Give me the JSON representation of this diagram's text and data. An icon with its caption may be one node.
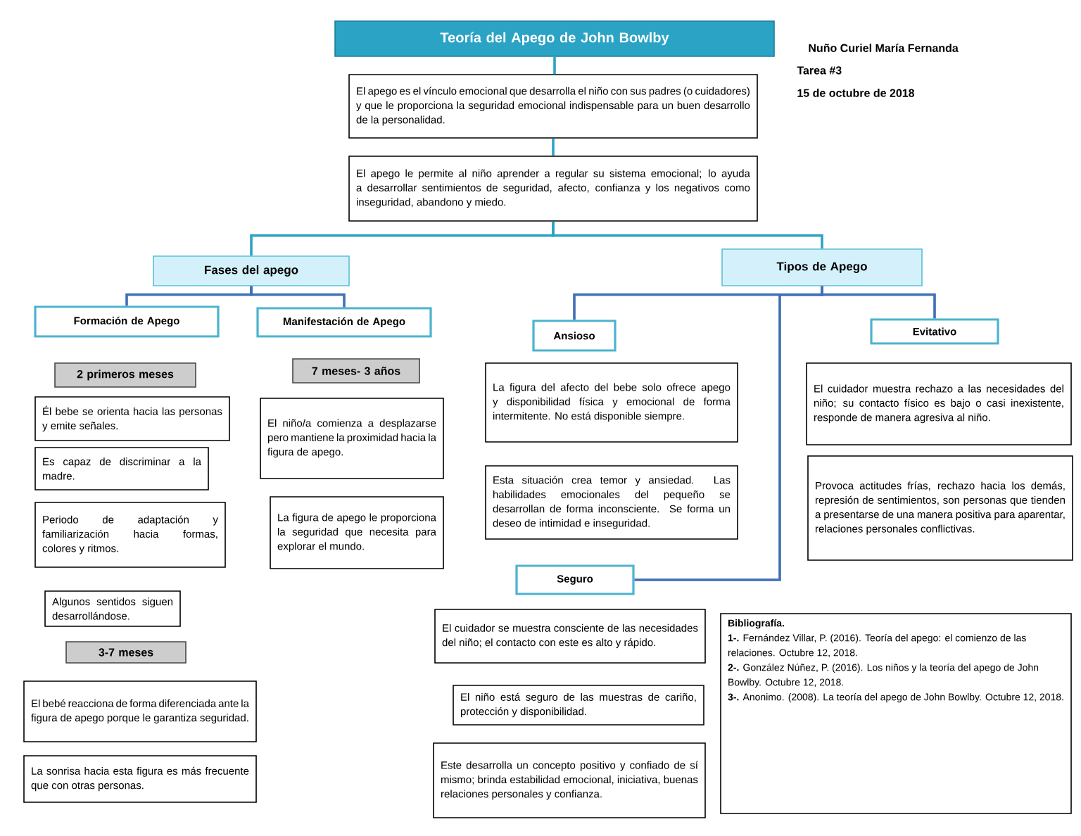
{
  "diagram": {
    "nodes": [
      {
        "text": [
          "Teoría del Apego de John Bowlby"
        ]
      },
      {
        "text": [
          "El apego es el vínculo emocional que desarrolla el niño con sus padres (o cuidadores) y que le proporciona la seguridad emocional indispensable para un buen desarrollo de la personalidad."
        ]
      },
      {
        "text": [
          "El apego le permite al niño aprender a regular su sistema emocional; lo ayuda a desarrollar sentimientos de seguridad, afecto, confianza y los negativos como inseguridad, abandono y miedo."
        ]
      },
      {
        "text": [
          "Fases del apego"
        ]
      },
      {
        "text": [
          "Tipos de Apego"
        ]
      },
      {
        "text": [
          "Formación de Apego"
        ]
      },
      {
        "text": [
          "Manifestación de Apego"
        ]
      },
      {
        "text": [
          "2 primeros meses"
        ]
      },
      {
        "text": [
          "Él bebe se orienta hacia las personas y emite señales."
        ]
      },
      {
        "text": [
          "Es capaz de discriminar a la madre."
        ]
      },
      {
        "text": [
          "Periodo de adaptación y familiarización hacia formas, colores y ritmos."
        ]
      },
      {
        "text": [
          "Algunos sentidos siguen desarrollándose."
        ]
      },
      {
        "text": [
          "3-7 meses"
        ]
      },
      {
        "text": [
          "El bebé reacciona de forma diferenciada ante la figura de apego porque le garantiza seguridad."
        ]
      },
      {
        "text": [
          "La sonrisa hacia esta figura es más frecuente que con otras personas."
        ]
      },
      {
        "text": [
          "7 meses- 3 años"
        ]
      },
      {
        "text": [
          "El niño/a comienza a desplazarse pero mantiene la proximidad hacia la figura de apego."
        ]
      },
      {
        "text": [
          "La figura de apego le proporciona la seguridad que necesita para explorar el mundo."
        ]
      },
      {
        "text": [
          "Ansioso"
        ]
      },
      {
        "text": [
          "La figura del afecto del bebe solo ofrece apego y disponibilidad física y emocional de forma intermitente. No está disponible siempre."
        ]
      },
      {
        "text": [
          "Esta situación crea temor y ansiedad. Las habilidades emocionales del pequeño se desarrollan de forma inconsciente. Se forma un deseo de intimidad e inseguridad."
        ]
      },
      {
        "text": [
          "Evitativo"
        ]
      },
      {
        "text": [
          "El cuidador muestra rechazo a las necesidades del niño; su contacto físico es bajo o casi inexistente, responde de manera agresiva al niño."
        ]
      },
      {
        "text": [
          "Provoca actitudes frías, rechazo hacia los demás, represión de sentimientos, son personas que tienden a presentarse de una manera positiva para aparentar, relaciones personales conflictivas."
        ]
      },
      {
        "text": [
          "Seguro"
        ]
      },
      {
        "text": [
          "El cuidador se muestra consciente de las necesidades del niño; el contacto con este es alto y rápido."
        ]
      },
      {
        "text": [
          "El niño está seguro de las muestras de cariño, protección y disponibilidad."
        ]
      },
      {
        "text": [
          "Este desarrolla un concepto positivo y confiado de sí mismo; brinda estabilidad emocional, iniciativa, buenas relaciones personales y confianza."
        ]
      },
      {
        "text": [
          "Bibliografía.",
          "**1-.** Fernández Villar, P. (2016). Teoría del apego: el comienzo de las relaciones. Octubre 12, 2018.",
          "**2-.** González Núñez, P. (2016). Los niños y la teoría del apego de John Bowlby. Octubre 12, 2018.",
          "**3-.** Anonimo. (2008). La teoría del apego de John Bowlby. Octubre 12, 2018."
        ]
      }
    ],
    "edges": [
      {
        "from": 0,
        "to": 1,
        "arrow": "none",
        "color": "#2ba3c4"
      },
      {
        "from": 1,
        "to": 2,
        "arrow": "none",
        "color": "#2ba3c4"
      },
      {
        "from": 2,
        "to": 3,
        "arrow": "none",
        "color": "#2ba3c4"
      },
      {
        "from": 2,
        "to": 4,
        "arrow": "none",
        "color": "#2ba3c4"
      },
      {
        "from": 3,
        "to": 5,
        "arrow": "none"
      },
      {
        "from": 3,
        "to": 6,
        "arrow": "none"
      },
      {
        "from": 4,
        "to": 18,
        "arrow": "none"
      },
      {
        "from": 4,
        "to": 21,
        "arrow": "none"
      },
      {
        "from": 4,
        "to": 24,
        "arrow": "none"
      }
    ],
    "labels": [
      "Nuño Curiel María Fernanda",
      "Tarea #3",
      "15 de octubre de 2018"
    ]
  }
}
